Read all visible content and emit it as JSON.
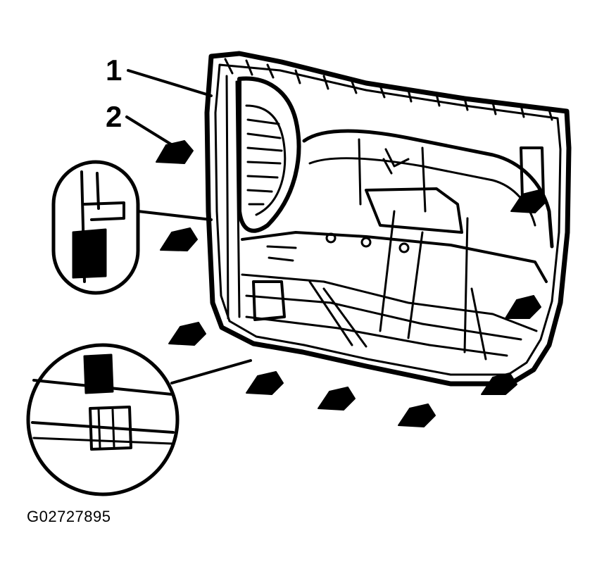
{
  "figure": {
    "callouts": [
      "1",
      "2"
    ],
    "figure_id": "G02727895",
    "line_color": "#000000",
    "background": "#ffffff"
  }
}
